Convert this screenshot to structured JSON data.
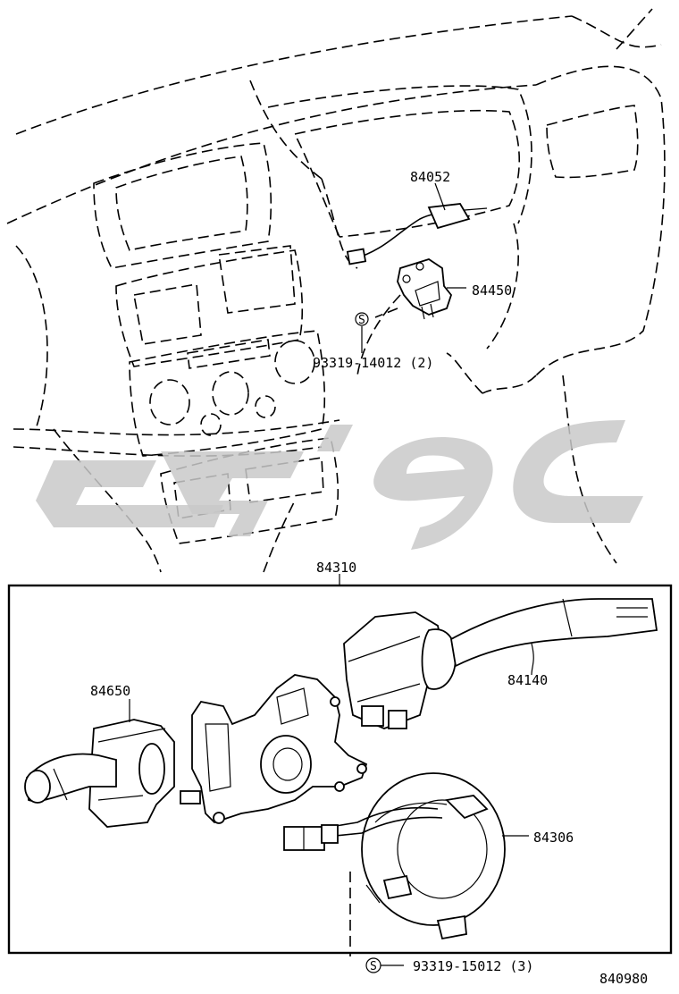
{
  "labels": {
    "p84052": "84052",
    "p84450": "84450",
    "screw1_code": "93319-14012 (2)",
    "p84310": "84310",
    "p84140": "84140",
    "p84650": "84650",
    "p84306": "84306",
    "screw2_code": "93319-15012 (3)",
    "diagram_no": "840980",
    "screw_symbol": "S"
  },
  "colors": {
    "line": "#000000",
    "watermark": "#c9c9c9",
    "background": "#ffffff"
  }
}
